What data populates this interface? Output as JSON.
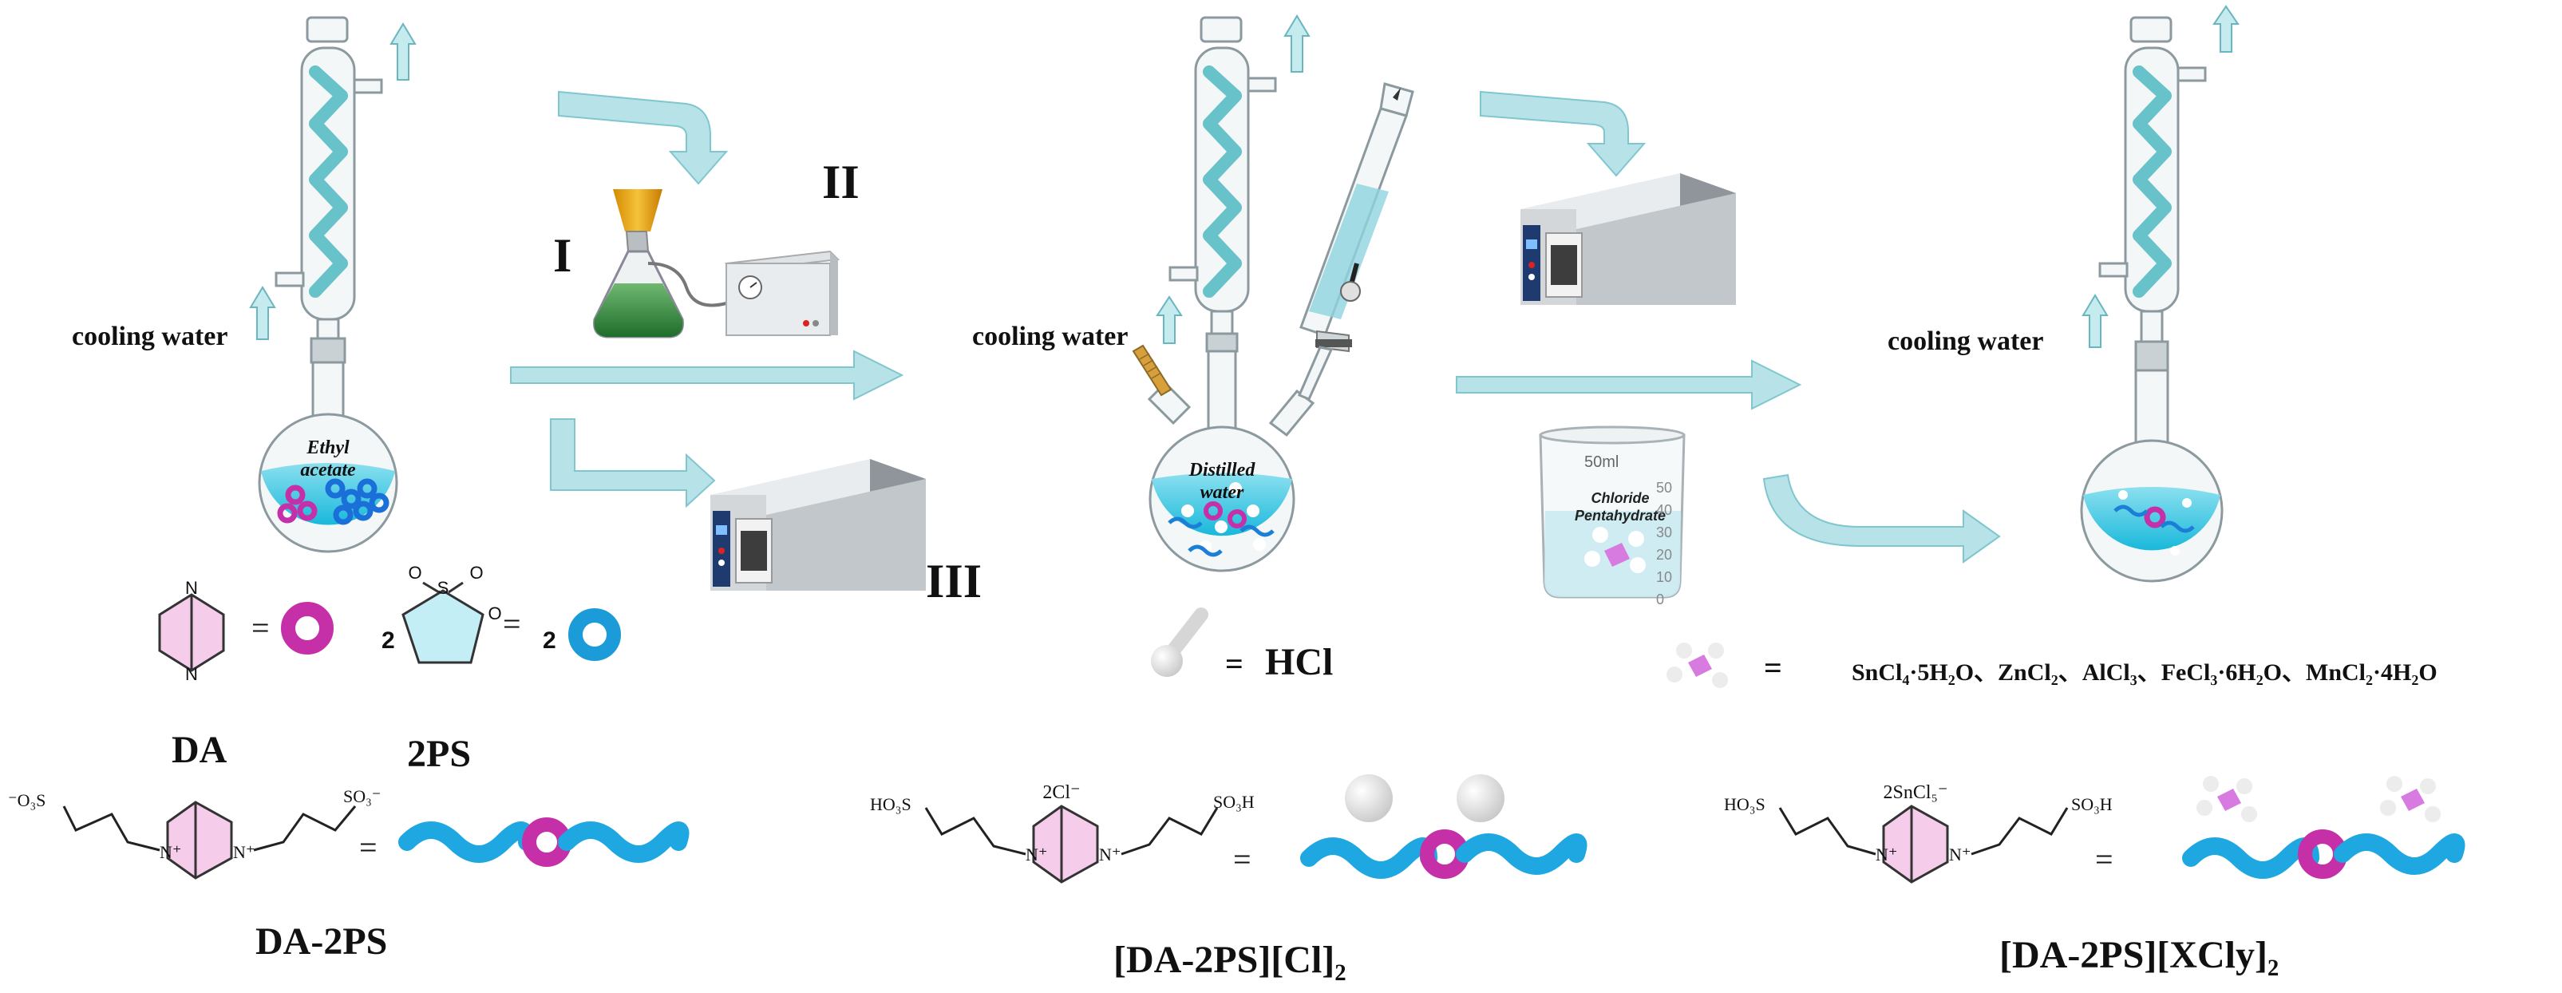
{
  "labels": {
    "cooling_water_1": "cooling water",
    "cooling_water_2": "cooling water",
    "cooling_water_3": "cooling water",
    "step_I": "I",
    "step_II": "II",
    "step_III": "III",
    "ethyl": "Ethyl",
    "acetate": "acetate",
    "distilled": "Distilled",
    "water": "water",
    "beaker_volume": "50ml",
    "beaker_chloride": "Chloride",
    "beaker_pentahydrate": "Pentahydrate",
    "beaker_tick_50": "50",
    "beaker_tick_40": "40",
    "beaker_tick_30": "30",
    "beaker_tick_20": "20",
    "beaker_tick_10": "10",
    "beaker_tick_0": "0"
  },
  "legend": {
    "equals": "=",
    "two": "2",
    "da_n_top": "N",
    "da_n_bottom": "N",
    "ps_s": "S",
    "ps_o1": "O",
    "ps_o2": "O",
    "ps_o3": "O",
    "da_name": "DA",
    "ps_name": "2PS",
    "hcl": "HCl",
    "salts": "SnCl₄·5H₂O、ZnCl₂、AlCl₃、FeCl₃·6H₂O、MnCl₂·4H₂O"
  },
  "compounds": {
    "c1_left_group": "⁻O₃S",
    "c1_right_group": "SO₃⁻",
    "c1_n_left": "N⁺",
    "c1_n_right": "N⁺",
    "c1_name": "DA-2PS",
    "c2_left_group": "HO₃S",
    "c2_right_group": "SO₃H",
    "c2_counter": "2Cl⁻",
    "c2_n_left": "N⁺",
    "c2_n_right": "N⁺",
    "c2_name": "[DA-2PS][Cl]₂",
    "c3_left_group": "HO₃S",
    "c3_right_group": "SO₃H",
    "c3_counter": "2SnCl₅⁻",
    "c3_n_left": "N⁺",
    "c3_n_right": "N⁺",
    "c3_name": "[DA-2PS][XCly]₂"
  },
  "colors": {
    "coil": "#67c2c9",
    "liquid": "#37c8e3",
    "arrow": "#b7e3e8",
    "pink_ring": "#c52fa8",
    "blue_ring": "#1b9bd8",
    "chain": "#1ea7e0"
  }
}
